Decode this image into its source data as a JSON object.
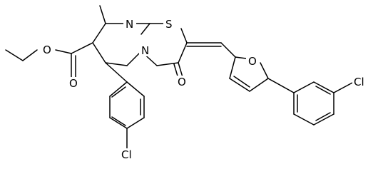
{
  "molecule": {
    "atoms": {
      "N_ring": "N",
      "S_ring": "S",
      "N_fused": "N",
      "O_keto": "O",
      "O_ester_carbonyl": "O",
      "O_ester_ether": "O",
      "O_furan": "O",
      "Cl_chlorophenyl_bottom": "Cl",
      "Cl_chlorophenyl_right": "Cl"
    }
  }
}
